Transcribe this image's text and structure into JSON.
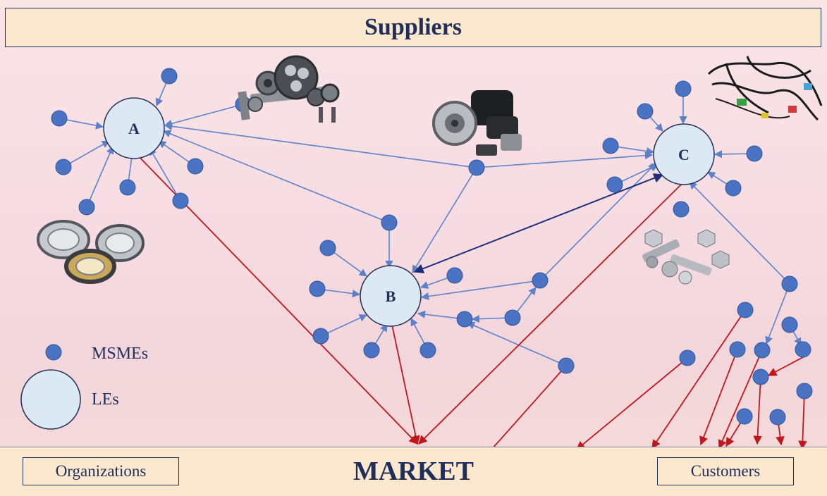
{
  "header": {
    "title": "Suppliers"
  },
  "market": {
    "title": "MARKET",
    "left_box": "Organizations",
    "right_box": "Customers"
  },
  "nodes": {
    "a": "A",
    "b": "B",
    "c": "C"
  },
  "legend": {
    "msme": "MSMEs",
    "le": "LEs"
  },
  "colors": {
    "msme": "#4a73c4",
    "le_fill": "#dce8f4",
    "supply_edge": "#5b82c9",
    "market_edge": "#c0171c",
    "le_link": "#1e2f7a",
    "title": "#1f2f5a"
  },
  "images": [
    "gears-photo",
    "alternator-photo",
    "wiring-harness-photo",
    "bearings-photo",
    "nuts-bolts-photo"
  ]
}
